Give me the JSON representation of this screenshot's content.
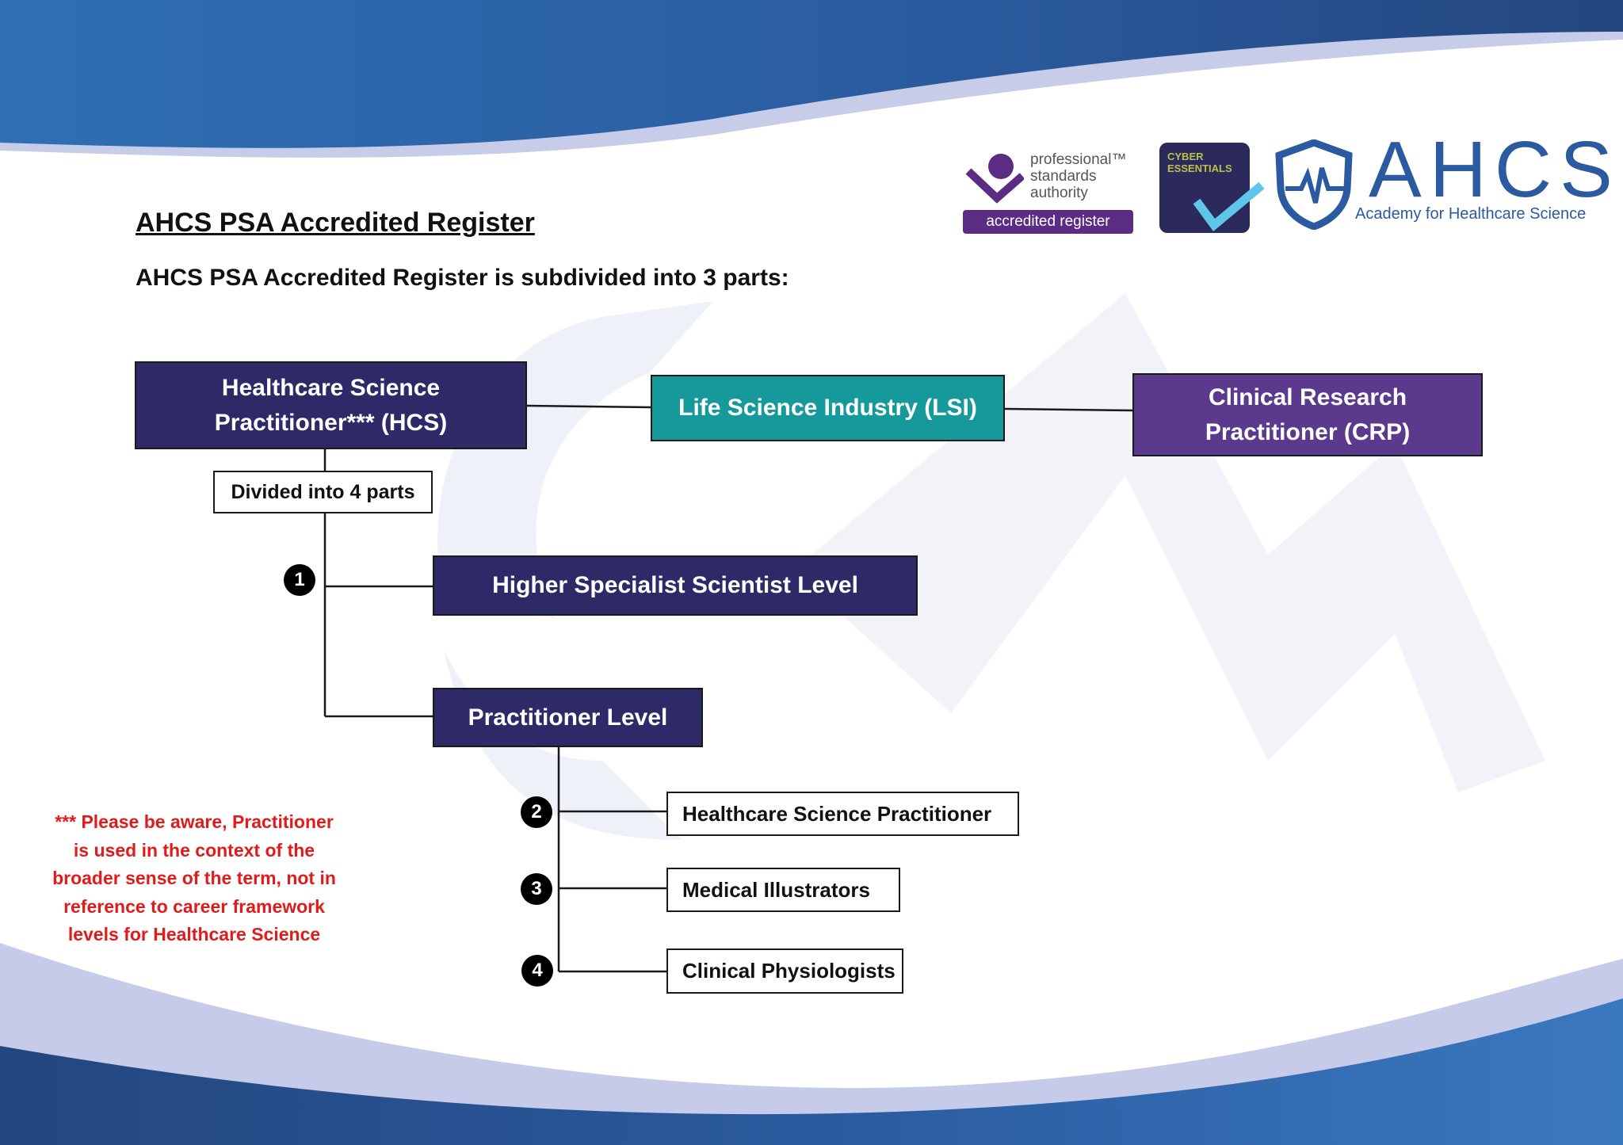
{
  "header": {
    "title": "AHCS PSA Accredited Register",
    "subtitle": "AHCS PSA Accredited Register is subdivided into 3 parts:"
  },
  "logos": {
    "psa_line1": "professional™",
    "psa_line2": "standards",
    "psa_line3": "authority",
    "psa_badge": "accredited register",
    "cyber_line1": "CYBER",
    "cyber_line2": "ESSENTIALS",
    "ahcs_name": "AHCS",
    "ahcs_full": "Academy for Healthcare Science"
  },
  "diagram": {
    "hcs_line1": "Healthcare Science",
    "hcs_line2": "Practitioner*** (HCS)",
    "lsi": "Life Science Industry (LSI)",
    "crp_line1": "Clinical Research",
    "crp_line2": "Practitioner (CRP)",
    "divided": "Divided into 4 parts",
    "higher_specialist": "Higher Specialist Scientist Level",
    "practitioner_level": "Practitioner Level",
    "hsp": "Healthcare Science Practitioner",
    "medical_illustrators": "Medical Illustrators",
    "clinical_physiologists": "Clinical Physiologists",
    "numbers": [
      "1",
      "2",
      "3",
      "4"
    ]
  },
  "note": {
    "line1": "*** Please be aware, Practitioner",
    "line2": "is used in the context of the",
    "line3": "broader sense of the term, not in",
    "line4": "reference to career framework",
    "line5": "levels for Healthcare Science"
  },
  "colors": {
    "dark_navy": "#2e2a68",
    "teal": "#16999b",
    "purple": "#5b3a8e",
    "note_red": "#e01b1b",
    "brand_blue": "#2c5aa0"
  }
}
